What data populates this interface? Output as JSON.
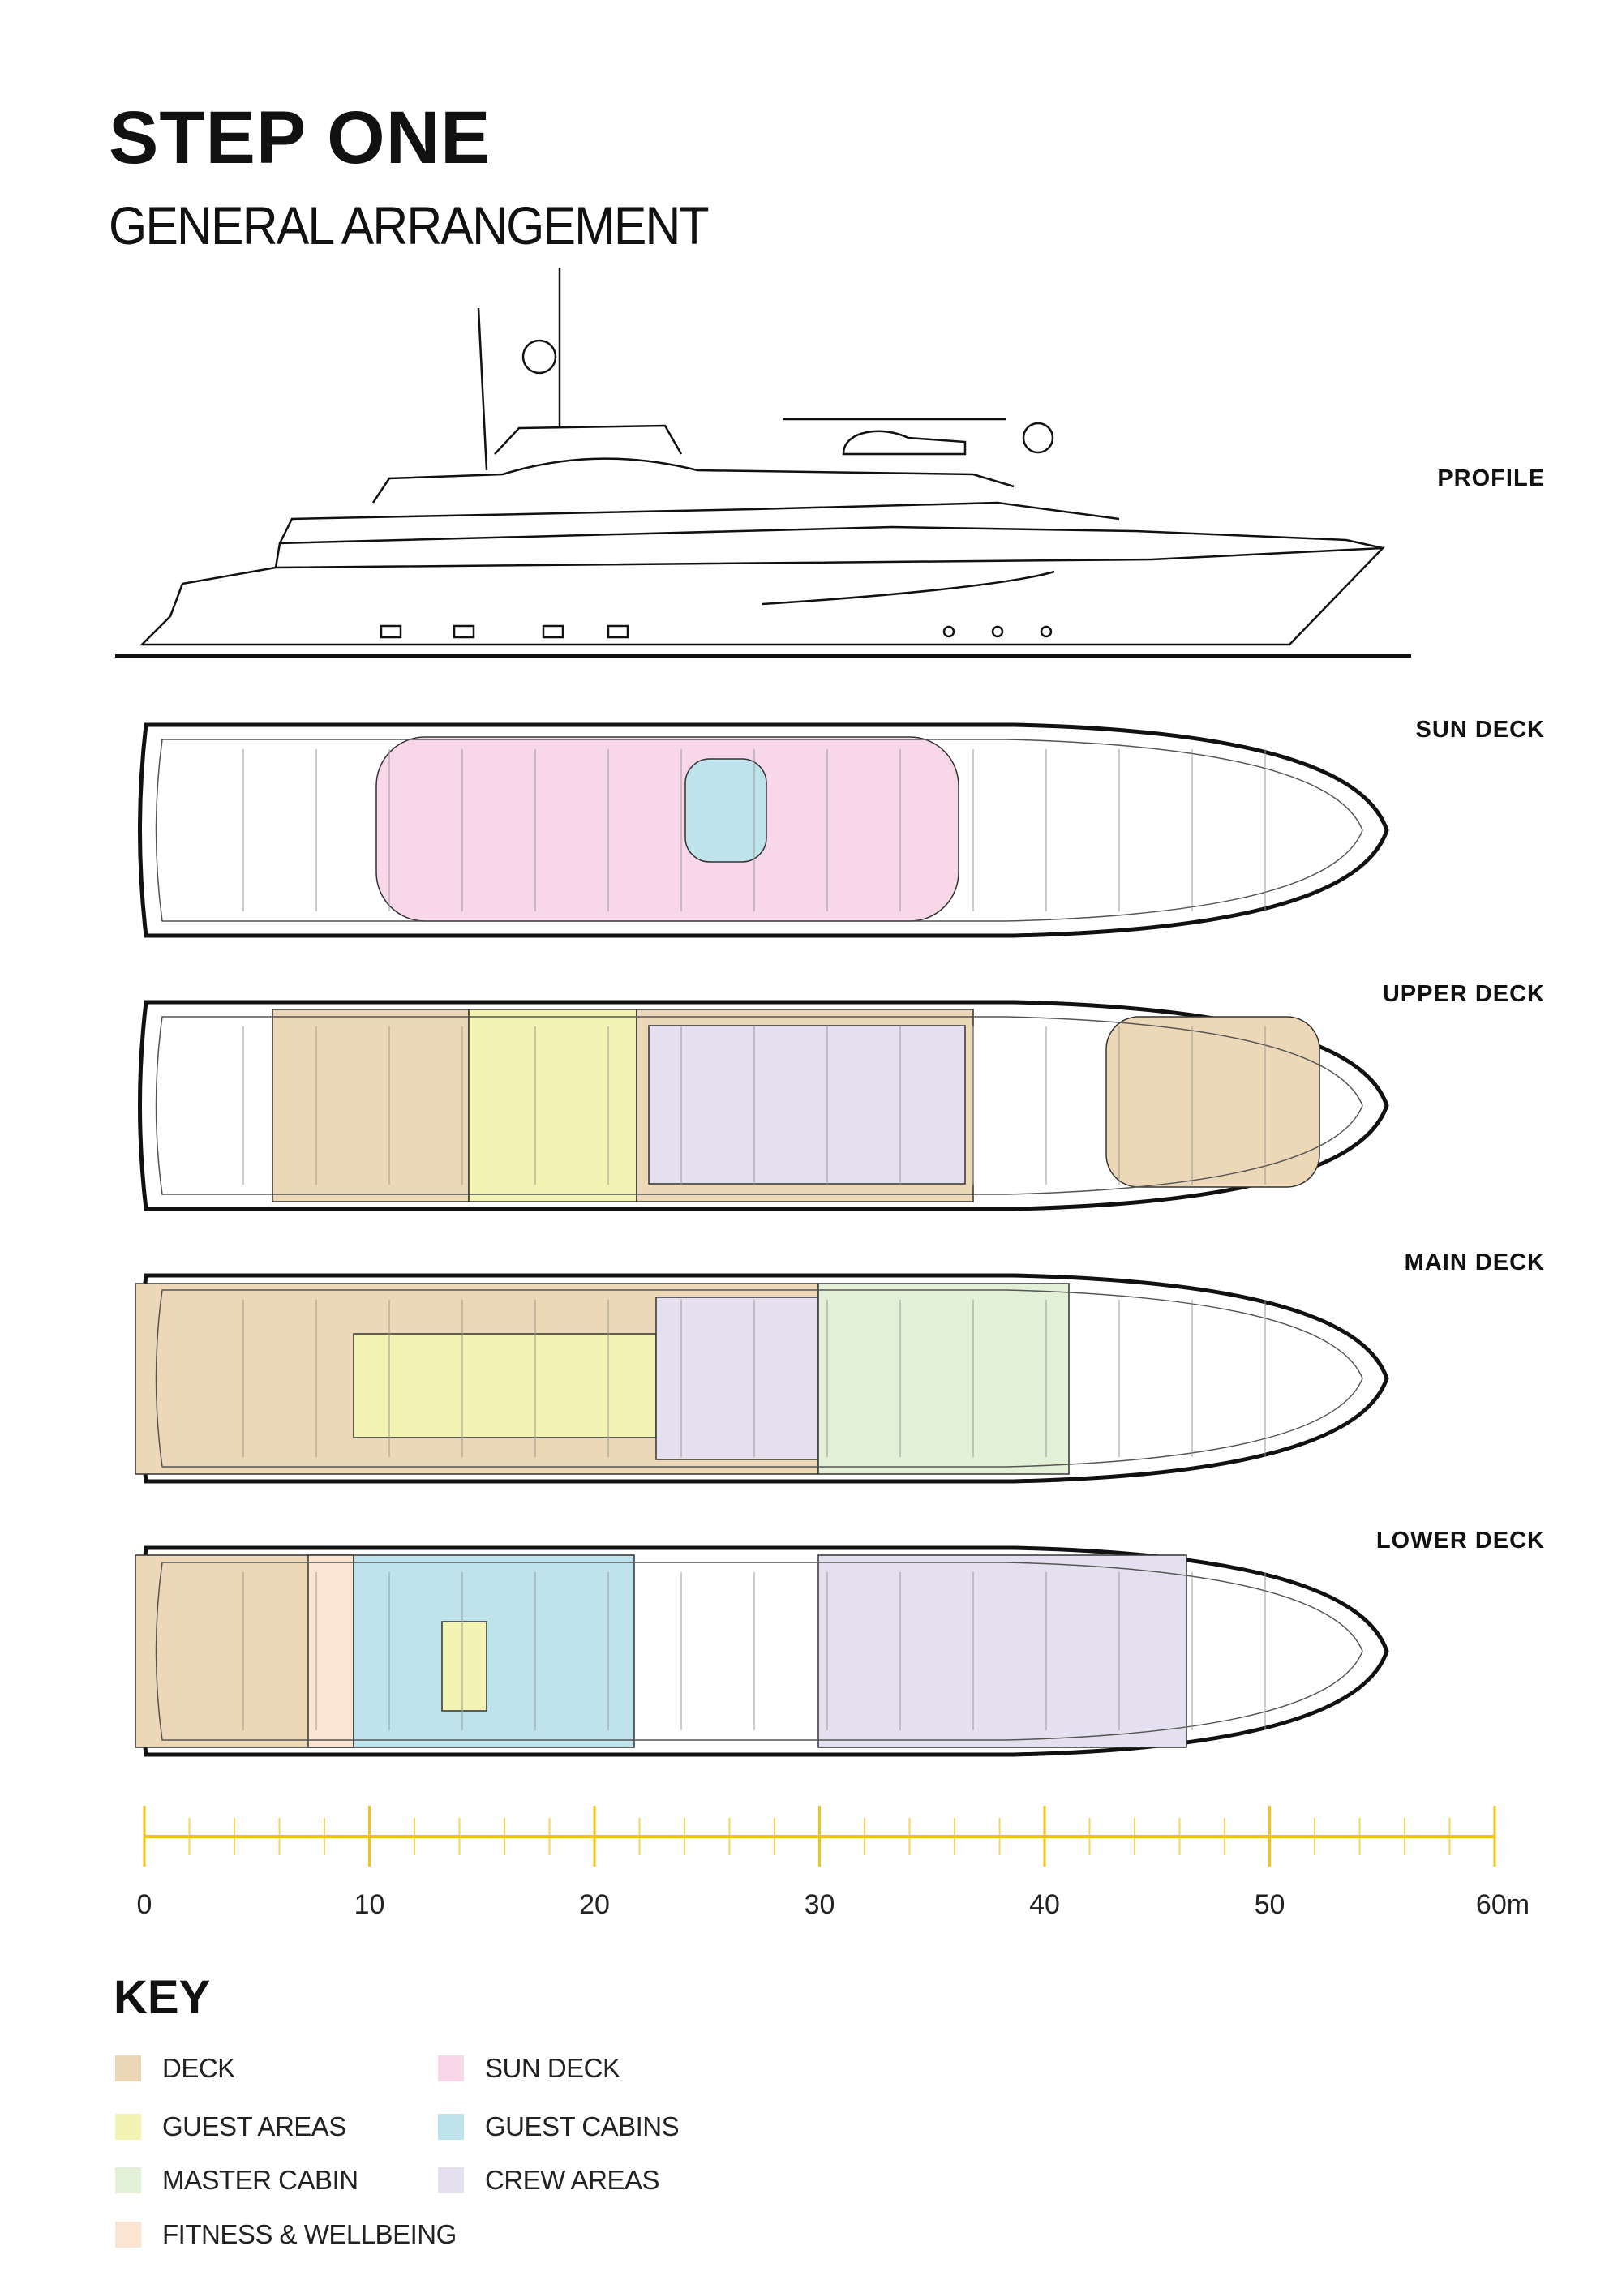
{
  "header": {
    "title": "STEP ONE",
    "subtitle": "GENERAL ARRANGEMENT"
  },
  "decks": [
    {
      "id": "profile",
      "label": "PROFILE"
    },
    {
      "id": "sun",
      "label": "SUN DECK"
    },
    {
      "id": "upper",
      "label": "UPPER DECK"
    },
    {
      "id": "main",
      "label": "MAIN DECK"
    },
    {
      "id": "lower",
      "label": "LOWER DECK"
    }
  ],
  "scale": {
    "min": 0,
    "max": 60,
    "unit": "m",
    "major_step": 10,
    "minor_step": 2,
    "labels": [
      "0",
      "10",
      "20",
      "30",
      "40",
      "50",
      "60m"
    ],
    "color": "#f2c21b"
  },
  "key": {
    "title": "KEY",
    "items": [
      {
        "label": "DECK",
        "color": "#ecd7b6"
      },
      {
        "label": "SUN DECK",
        "color": "#f8d8e8"
      },
      {
        "label": "GUEST AREAS",
        "color": "#f3f3b4"
      },
      {
        "label": "GUEST CABINS",
        "color": "#bfe3ea"
      },
      {
        "label": "MASTER CABIN",
        "color": "#e3f0d8"
      },
      {
        "label": "CREW AREAS",
        "color": "#e5e0ef"
      },
      {
        "label": "FITNESS & WELLBEING",
        "color": "#fbe5d2"
      }
    ]
  }
}
